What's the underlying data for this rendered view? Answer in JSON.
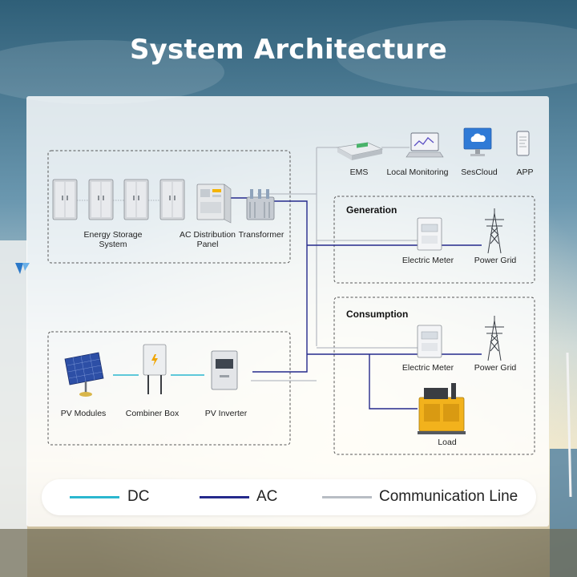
{
  "title": "System Architecture",
  "colors": {
    "dc": "#2bb7cf",
    "ac": "#252a8c",
    "comm": "#b8bdc4"
  },
  "devices": {
    "ems": "EMS",
    "local_monitoring": "Local Monitoring",
    "sescloud": "SesCloud",
    "app": "APP",
    "energy_storage": "Energy Storage System",
    "ac_panel": "AC Distribution Panel",
    "transformer": "Transformer",
    "pv_modules": "PV Modules",
    "combiner_box": "Combiner Box",
    "pv_inverter": "PV Inverter"
  },
  "generation": {
    "title": "Generation",
    "meter": "Electric Meter",
    "grid": "Power Grid"
  },
  "consumption": {
    "title": "Consumption",
    "meter": "Electric Meter",
    "grid": "Power Grid",
    "load": "Load"
  },
  "legend": {
    "dc": "DC",
    "ac": "AC",
    "comm": "Communication Line"
  },
  "icons": [
    "battery-cabinet-icon",
    "distribution-panel-icon",
    "transformer-icon",
    "ems-icon",
    "monitor-icon",
    "cloud-icon",
    "phone-icon",
    "meter-icon",
    "tower-icon",
    "generator-icon",
    "solar-panel-icon",
    "combiner-box-icon",
    "inverter-icon",
    "logo-icon"
  ]
}
